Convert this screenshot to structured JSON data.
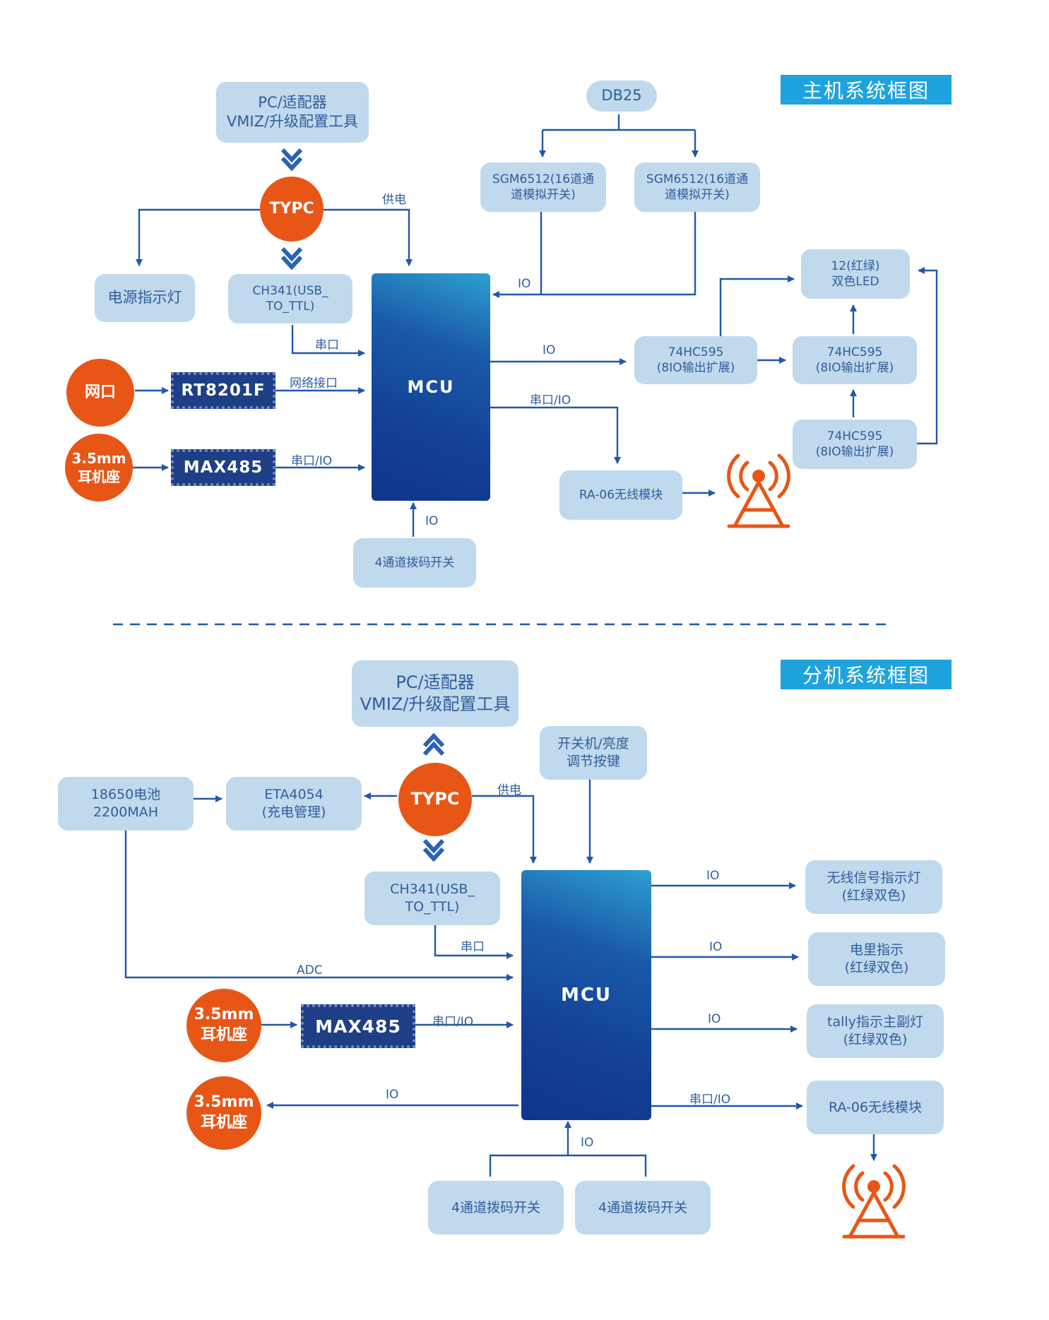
{
  "colors": {
    "box": "#c1d9ec",
    "text": "#2f5d9e",
    "line": "#2257a8",
    "orange": "#e85616",
    "chip": "#1e3f85",
    "title": "#1ea3de"
  },
  "host": {
    "title": "主机系统框图",
    "pc_adapter": "PC/适配器\nVMIZ/升级配置工具",
    "typec": "TYPC",
    "power_supply": "供电",
    "power_led": "电源指示灯",
    "ch341": "CH341(USB_\nTO_TTL)",
    "serial": "串口",
    "db25": "DB25",
    "sgm_left": "SGM6512(16道通\n道模拟开关)",
    "sgm_right": "SGM6512(16道通\n道模拟开关)",
    "io_sgm": "IO",
    "mcu": "MCU",
    "net_port": "网口",
    "rt8201f": "RT8201F",
    "net_interface": "网络接口",
    "jack": "3.5mm\n耳机座",
    "max485": "MAX485",
    "serial_io": "串口/IO",
    "dip_io": "IO",
    "dip": "4通道拨码开关",
    "io_595": "IO",
    "hc595_a": "74HC595\n(8IO输出扩展)",
    "hc595_b": "74HC595\n(8IO输出扩展)",
    "hc595_c": "74HC595\n(8IO输出扩展)",
    "led": "12(红绿)\n双色LED",
    "serial_io_ra": "串口/IO",
    "ra06": "RA-06无线模块",
    "antenna": "antenna-icon"
  },
  "slave": {
    "title": "分机系统框图",
    "pc_adapter": "PC/适配器\nVMIZ/升级配置工具",
    "typec": "TYPC",
    "power_supply": "供电",
    "switch_key": "开关机/亮度\n调节按键",
    "battery": "18650电池\n2200MAH",
    "eta4054": "ETA4054\n(充电管理)",
    "ch341": "CH341(USB_\nTO_TTL)",
    "serial": "串口",
    "adc": "ADC",
    "jack_in": "3.5mm\n耳机座",
    "max485": "MAX485",
    "serial_io": "串口/IO",
    "jack_out": "3.5mm\n耳机座",
    "io_jack": "IO",
    "mcu": "MCU",
    "dip_io": "IO",
    "dip_left": "4通道拨码开关",
    "dip_right": "4通道拨码开关",
    "io1": "IO",
    "wireless_led": "无线信号指示灯\n(红绿双色)",
    "io2": "IO",
    "power_ind": "电里指示\n(红绿双色)",
    "io3": "IO",
    "tally": "tally指示主副灯\n(红绿双色)",
    "serial_io_ra": "串口/IO",
    "ra06": "RA-06无线模块",
    "antenna": "antenna-icon"
  }
}
